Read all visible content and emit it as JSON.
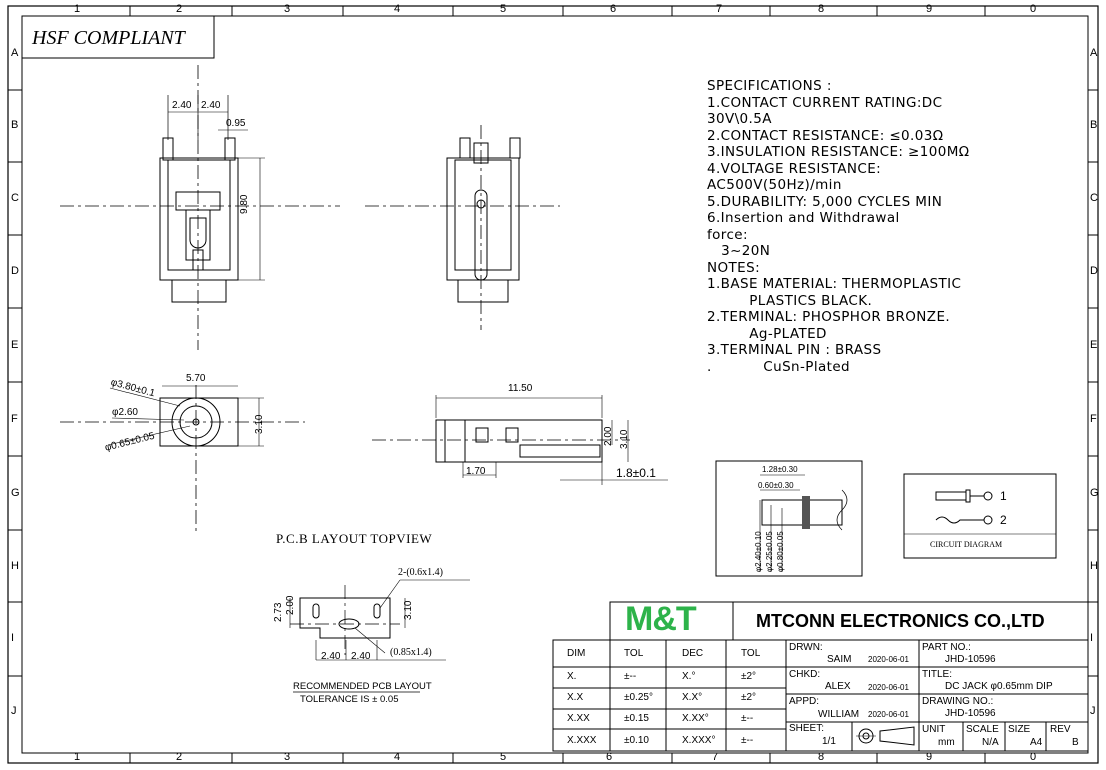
{
  "colors": {
    "line": "#000000",
    "logo_green": "#2db34a"
  },
  "border": {
    "cols": [
      "1",
      "2",
      "3",
      "4",
      "5",
      "6",
      "7",
      "8",
      "9",
      "0"
    ],
    "rows": [
      "A",
      "B",
      "C",
      "D",
      "E",
      "F",
      "G",
      "H",
      "I",
      "J"
    ]
  },
  "compliance": "HSF COMPLIANT",
  "front_view": {
    "dims": [
      "2.40",
      "2.40",
      "0.95",
      "9.80"
    ]
  },
  "bottom_view": {
    "dims": [
      "5.70",
      "φ3.80±0.1",
      "φ2.60",
      "φ0.65±0.05",
      "3.10"
    ]
  },
  "side_view": {
    "dims": [
      "11.50",
      "2.00",
      "3.10",
      "1.70",
      "1.8±0.1"
    ]
  },
  "detail_view": {
    "dims": [
      "1.28±0.30",
      "0.60±0.30",
      "φ2.40±0.10",
      "φ2.25±0.05",
      "φ0.80±0.05"
    ]
  },
  "circuit": {
    "pin1": "1",
    "pin2": "2",
    "label": "CIRCUIT DIAGRAM"
  },
  "specifications": {
    "lines": [
      "SPECIFICATIONS :",
      "1.CONTACT CURRENT RATING:DC",
      "30V\\0.5A",
      "2.CONTACT RESISTANCE: ≤0.03Ω",
      "3.INSULATION RESISTANCE: ≥100MΩ",
      "4.VOLTAGE RESISTANCE:",
      "AC500V(50Hz)/min",
      "5.DURABILITY: 5,000 CYCLES MIN",
      "6.Insertion and Withdrawal",
      "force:",
      "   3~20N",
      "NOTES:",
      "1.BASE MATERIAL: THERMOPLASTIC",
      "         PLASTICS BLACK.",
      "2.TERMINAL: PHOSPHOR BRONZE.",
      "         Ag-PLATED",
      "3.TERMINAL PIN : BRASS",
      ".           CuSn-Plated"
    ]
  },
  "pcb": {
    "title": "P.C.B LAYOUT TOPVIEW",
    "dims": [
      "2-(0.6x1.4)",
      "2.73",
      "2.00",
      "3.10",
      "2.40",
      "2.40",
      "(0.85x1.4)"
    ],
    "recommended": "RECOMMENDED PCB LAYOUT",
    "tolerance": "TOLERANCE IS ± 0.05"
  },
  "tolerance_table": {
    "headers": [
      "DIM",
      "TOL",
      "DEC",
      "TOL"
    ],
    "rows": [
      [
        "X.",
        "±--",
        "X.°",
        "±2°"
      ],
      [
        "X.X",
        "±0.25°",
        "X.X°",
        "±2°"
      ],
      [
        "X.XX",
        "±0.15",
        "X.XX°",
        "±--"
      ],
      [
        "X.XXX",
        "±0.10",
        "X.XXX°",
        "±--"
      ]
    ]
  },
  "title_block": {
    "logo": "M&T",
    "company": "MTCONN ELECTRONICS CO.,LTD",
    "drwn_label": "DRWN:",
    "drwn_name": "SAIM",
    "drwn_date": "2020-06-01",
    "chkd_label": "CHKD:",
    "chkd_name": "ALEX",
    "chkd_date": "2020-06-01",
    "appd_label": "APPD:",
    "appd_name": "WILLIAM",
    "appd_date": "2020-06-01",
    "sheet_label": "SHEET:",
    "sheet_value": "1/1",
    "part_label": "PART NO.:",
    "part_value": "JHD-10596",
    "title_label": "TITLE:",
    "title_value": "DC JACK φ0.65mm DIP",
    "drawing_label": "DRAWING NO.:",
    "drawing_value": "JHD-10596",
    "unit_label": "UNIT",
    "unit_value": "mm",
    "scale_label": "SCALE",
    "scale_value": "N/A",
    "size_label": "SIZE",
    "size_value": "A4",
    "rev_label": "REV",
    "rev_value": "B"
  }
}
